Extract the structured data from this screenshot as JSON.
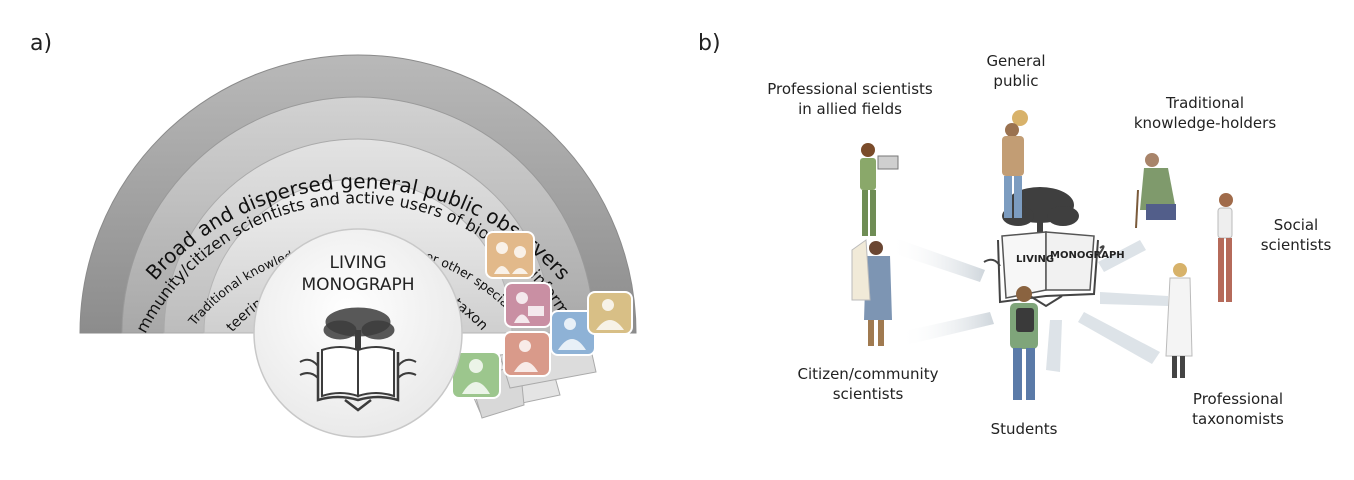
{
  "panel_a": {
    "label": "a)",
    "rings": [
      {
        "text": "Broad and dispersed general public observers"
      },
      {
        "text": "Community/citizen scientists and active users of biological information"
      },
      {
        "text": "Traditional knowledge-holders, students or other specialists"
      },
      {
        "text": "Core steering committee of professional taxonomists"
      }
    ],
    "center": {
      "line1": "LIVING",
      "line2": "MONOGRAPH"
    },
    "tile_colors": [
      "#e2b98a",
      "#c98fa3",
      "#d99a8a",
      "#9cc68d",
      "#8eb2d6",
      "#d8bf86"
    ]
  },
  "panel_b": {
    "label": "b)",
    "book_left": "LIVING",
    "book_right": "MONOGRAPH",
    "roles": [
      {
        "text_lines": [
          "Professional scientists",
          "in allied fields"
        ]
      },
      {
        "text_lines": [
          "General",
          "public"
        ]
      },
      {
        "text_lines": [
          "Traditional",
          "knowledge-holders"
        ]
      },
      {
        "text_lines": [
          "Social",
          "scientists"
        ]
      },
      {
        "text_lines": [
          "Citizen/community",
          "scientists"
        ]
      },
      {
        "text_lines": [
          "Students"
        ]
      },
      {
        "text_lines": [
          "Professional",
          "taxonomists"
        ]
      }
    ]
  }
}
